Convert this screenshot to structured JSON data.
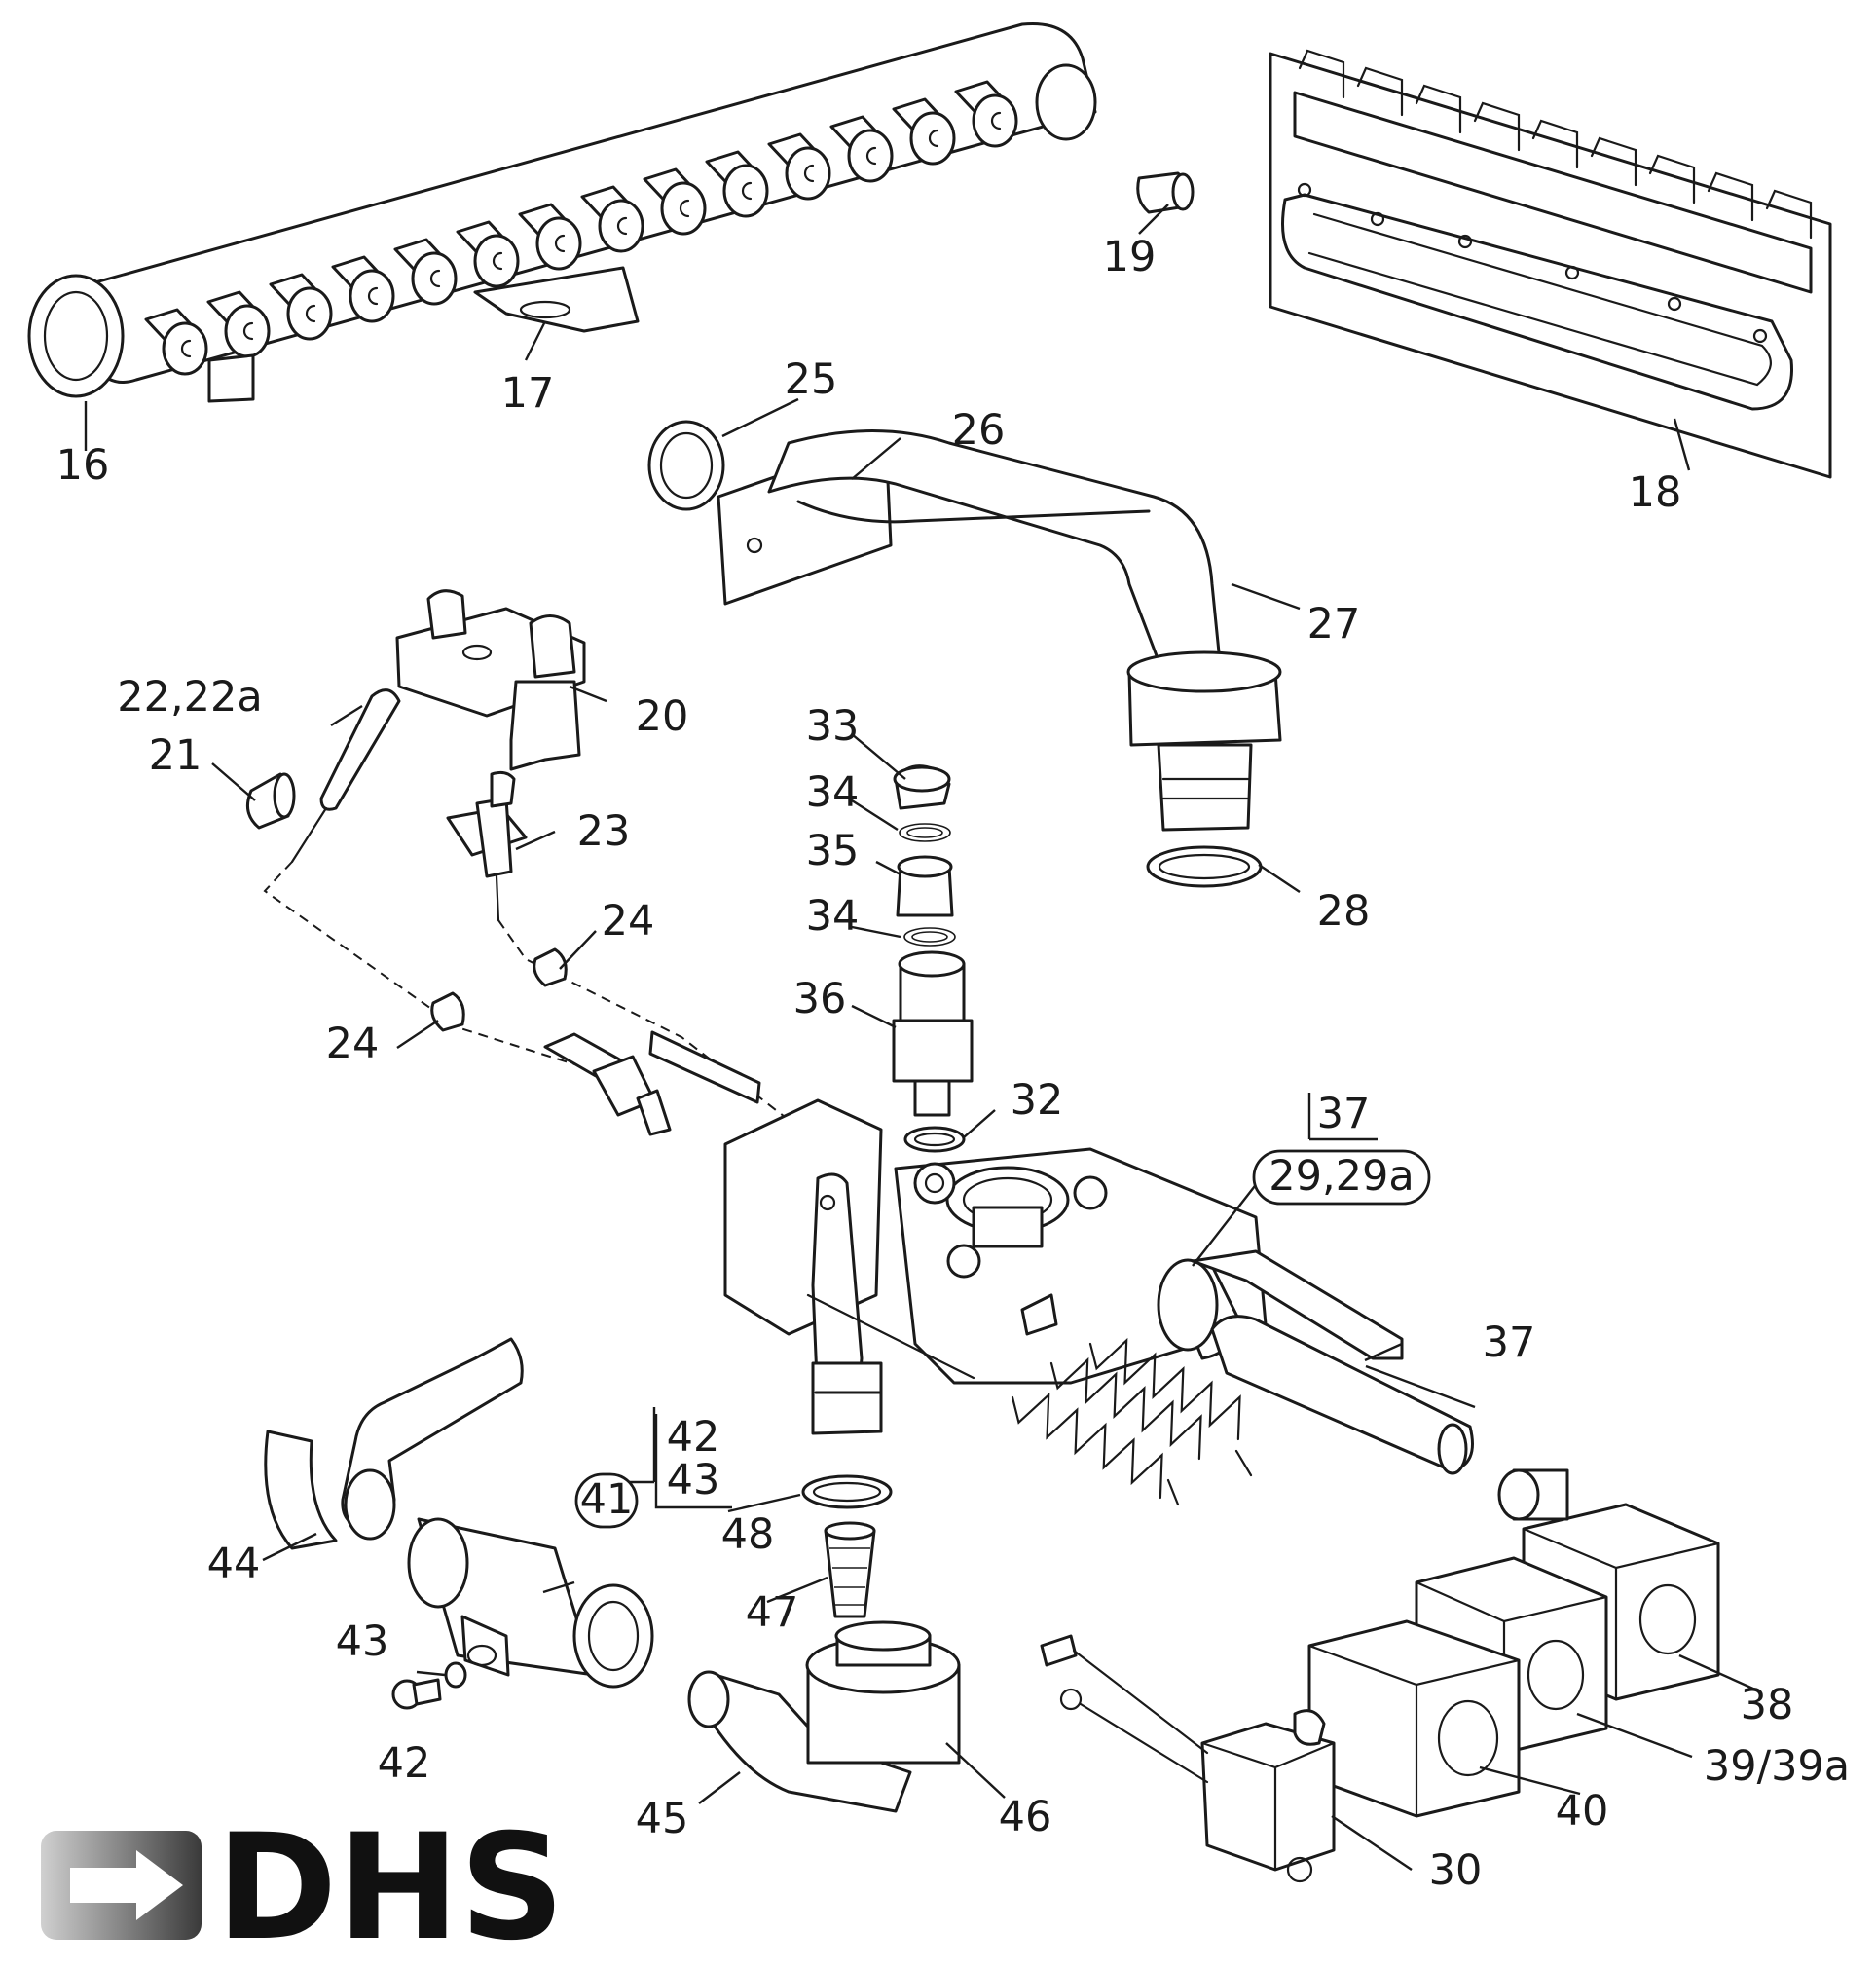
{
  "figure": {
    "part_labels": [
      {
        "id": "p16",
        "text": "16"
      },
      {
        "id": "p17",
        "text": "17"
      },
      {
        "id": "p18",
        "text": "18"
      },
      {
        "id": "p19",
        "text": "19"
      },
      {
        "id": "p25",
        "text": "25"
      },
      {
        "id": "p26",
        "text": "26"
      },
      {
        "id": "p27",
        "text": "27"
      },
      {
        "id": "p28",
        "text": "28"
      },
      {
        "id": "p20",
        "text": "20"
      },
      {
        "id": "p22",
        "text": "22,22a"
      },
      {
        "id": "p21",
        "text": "21"
      },
      {
        "id": "p23",
        "text": "23"
      },
      {
        "id": "p24a",
        "text": "24"
      },
      {
        "id": "p24b",
        "text": "24"
      },
      {
        "id": "p33",
        "text": "33"
      },
      {
        "id": "p34a",
        "text": "34"
      },
      {
        "id": "p35",
        "text": "35"
      },
      {
        "id": "p34b",
        "text": "34"
      },
      {
        "id": "p36",
        "text": "36"
      },
      {
        "id": "p32",
        "text": "32"
      },
      {
        "id": "p37top",
        "text": "37"
      },
      {
        "id": "p29",
        "text": "29,29a"
      },
      {
        "id": "p37",
        "text": "37"
      },
      {
        "id": "p42top",
        "text": "42"
      },
      {
        "id": "p43top",
        "text": "43"
      },
      {
        "id": "p41",
        "text": "41"
      },
      {
        "id": "p44",
        "text": "44"
      },
      {
        "id": "p48",
        "text": "48"
      },
      {
        "id": "p47",
        "text": "47"
      },
      {
        "id": "p43",
        "text": "43"
      },
      {
        "id": "p42",
        "text": "42"
      },
      {
        "id": "p45",
        "text": "45"
      },
      {
        "id": "p46",
        "text": "46"
      },
      {
        "id": "p38",
        "text": "38"
      },
      {
        "id": "p39",
        "text": "39/39a"
      },
      {
        "id": "p40",
        "text": "40"
      },
      {
        "id": "p30",
        "text": "30"
      }
    ]
  },
  "logo": {
    "text": "DHS"
  }
}
